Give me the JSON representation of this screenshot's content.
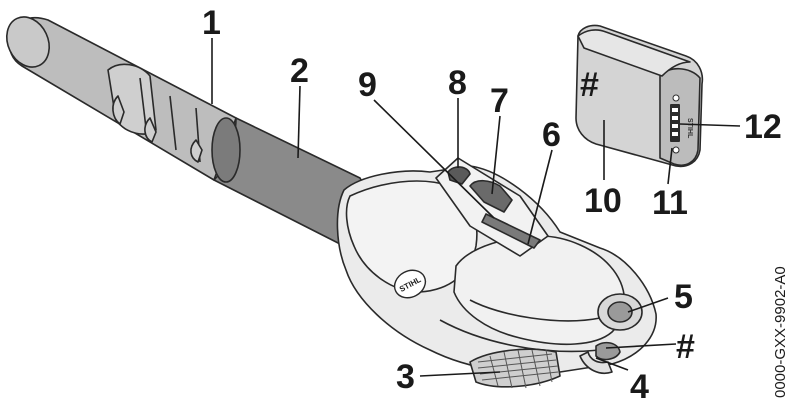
{
  "labels": {
    "n1": "1",
    "n2": "2",
    "n3": "3",
    "n4": "4",
    "n5": "5",
    "n6": "6",
    "n7": "7",
    "n8": "8",
    "n9": "9",
    "n10": "10",
    "n11": "11",
    "n12": "12",
    "hash_handle": "#",
    "hash_battery": "#"
  },
  "brand_text": "STIHL",
  "battery_side_text": "STIHL",
  "figure_code": "0000-GXX-9902-A0",
  "colors": {
    "line": "#1a1a1a",
    "tube_dark": "#8a8a8a",
    "nozzle": "#bdbdbd",
    "housing": "#e9e9e9",
    "battery": "#cfcfcf"
  }
}
